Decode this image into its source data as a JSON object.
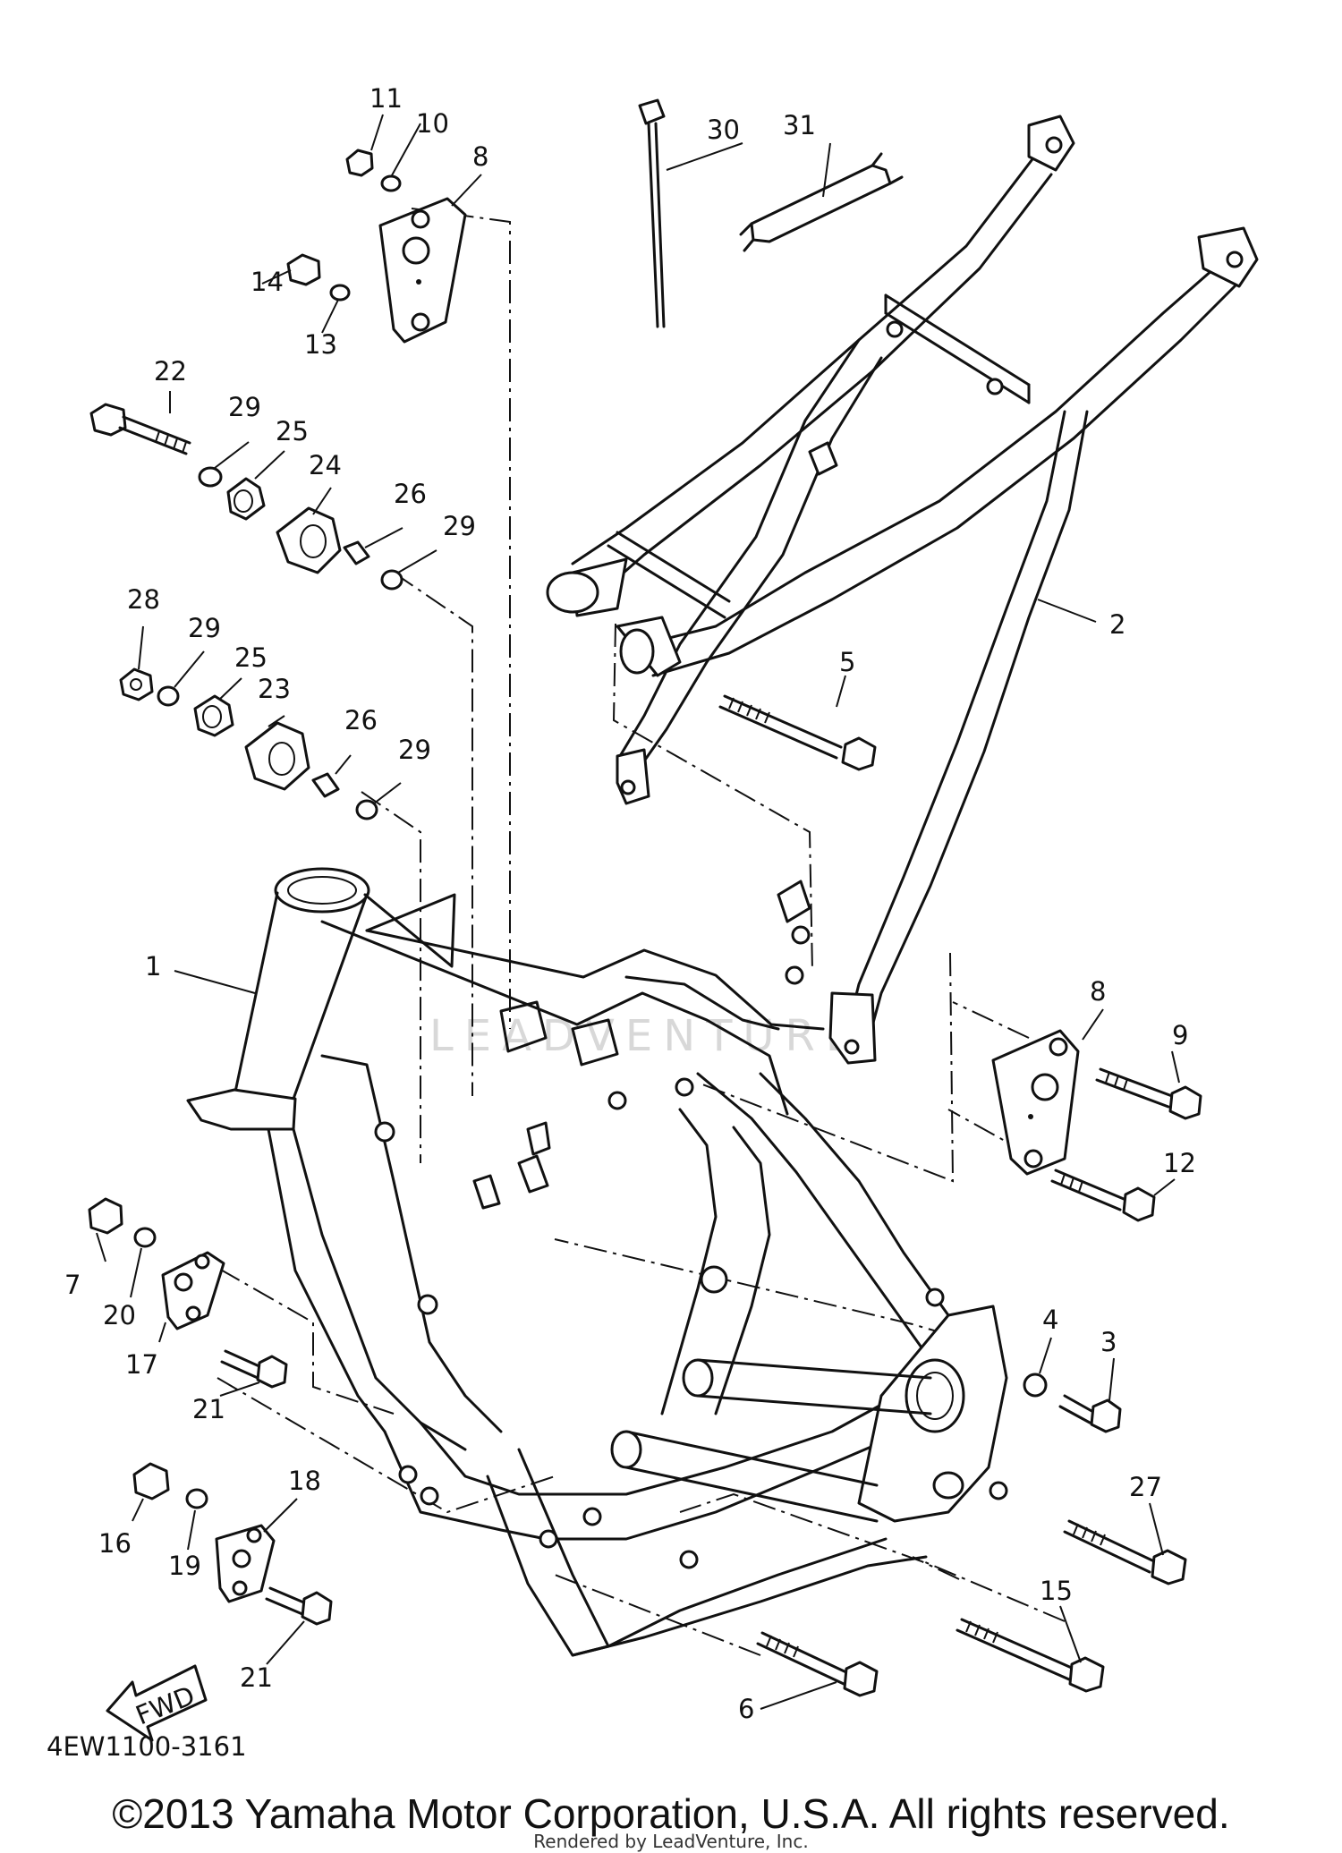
{
  "diagram": {
    "part_code": "4EW1100-3161",
    "fwd_label": "FWD",
    "callouts": [
      "1",
      "2",
      "3",
      "4",
      "5",
      "6",
      "7",
      "8",
      "8",
      "9",
      "10",
      "11",
      "12",
      "13",
      "14",
      "15",
      "16",
      "17",
      "18",
      "19",
      "20",
      "21",
      "21",
      "22",
      "23",
      "24",
      "25",
      "25",
      "26",
      "26",
      "27",
      "28",
      "29",
      "29",
      "29",
      "29",
      "30",
      "31"
    ]
  },
  "watermark": "LEADVENTURE",
  "footer": {
    "copyright": "©2013 Yamaha Motor Corporation, U.S.A. All rights reserved.",
    "rendered_by": "Rendered by LeadVenture, Inc."
  }
}
